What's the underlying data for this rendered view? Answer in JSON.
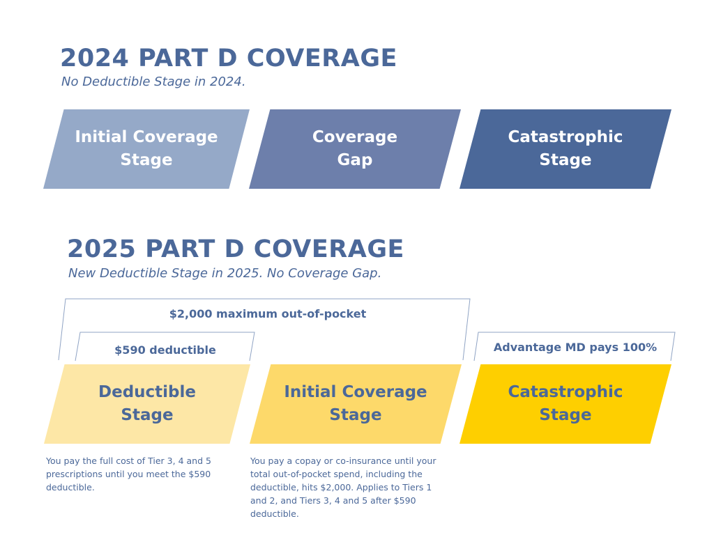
{
  "section_2024": {
    "title": "2024 PART D COVERAGE",
    "subtitle": "No Deductible Stage in 2024.",
    "stages": [
      {
        "label": "Initial Coverage\nStage",
        "color": "#95a9c8"
      },
      {
        "label": "Coverage\nGap",
        "color": "#6d7fab"
      },
      {
        "label": "Catastrophic\nStage",
        "color": "#4b6899"
      }
    ]
  },
  "section_2025": {
    "title": "2025 PART D COVERAGE",
    "subtitle": "New Deductible Stage in 2025. No Coverage Gap.",
    "max_oop_label": "$2,000 maximum out-of-pocket",
    "deductible_label": "$590 deductible",
    "catastrophic_label": "Advantage MD pays 100%",
    "stages": [
      {
        "label": "Deductible\nStage",
        "color": "#fde7a6"
      },
      {
        "label": "Initial Coverage\nStage",
        "color": "#fdd96a"
      },
      {
        "label": "Catastrophic\nStage",
        "color": "#fecf00"
      }
    ],
    "descriptions": {
      "deductible": "You pay the full cost of Tier 3, 4 and 5 prescriptions until you meet the $590 deductible.",
      "initial_coverage": "You pay a copay or co-insurance until your total out-of-pocket spend, including the deductible, hits $2,000. Applies to Tiers 1 and 2, and Tiers 3, 4 and 5 after $590 deductible."
    }
  },
  "colors": {
    "heading": "#4b6899",
    "bracket_line": "#8fa3c4"
  }
}
